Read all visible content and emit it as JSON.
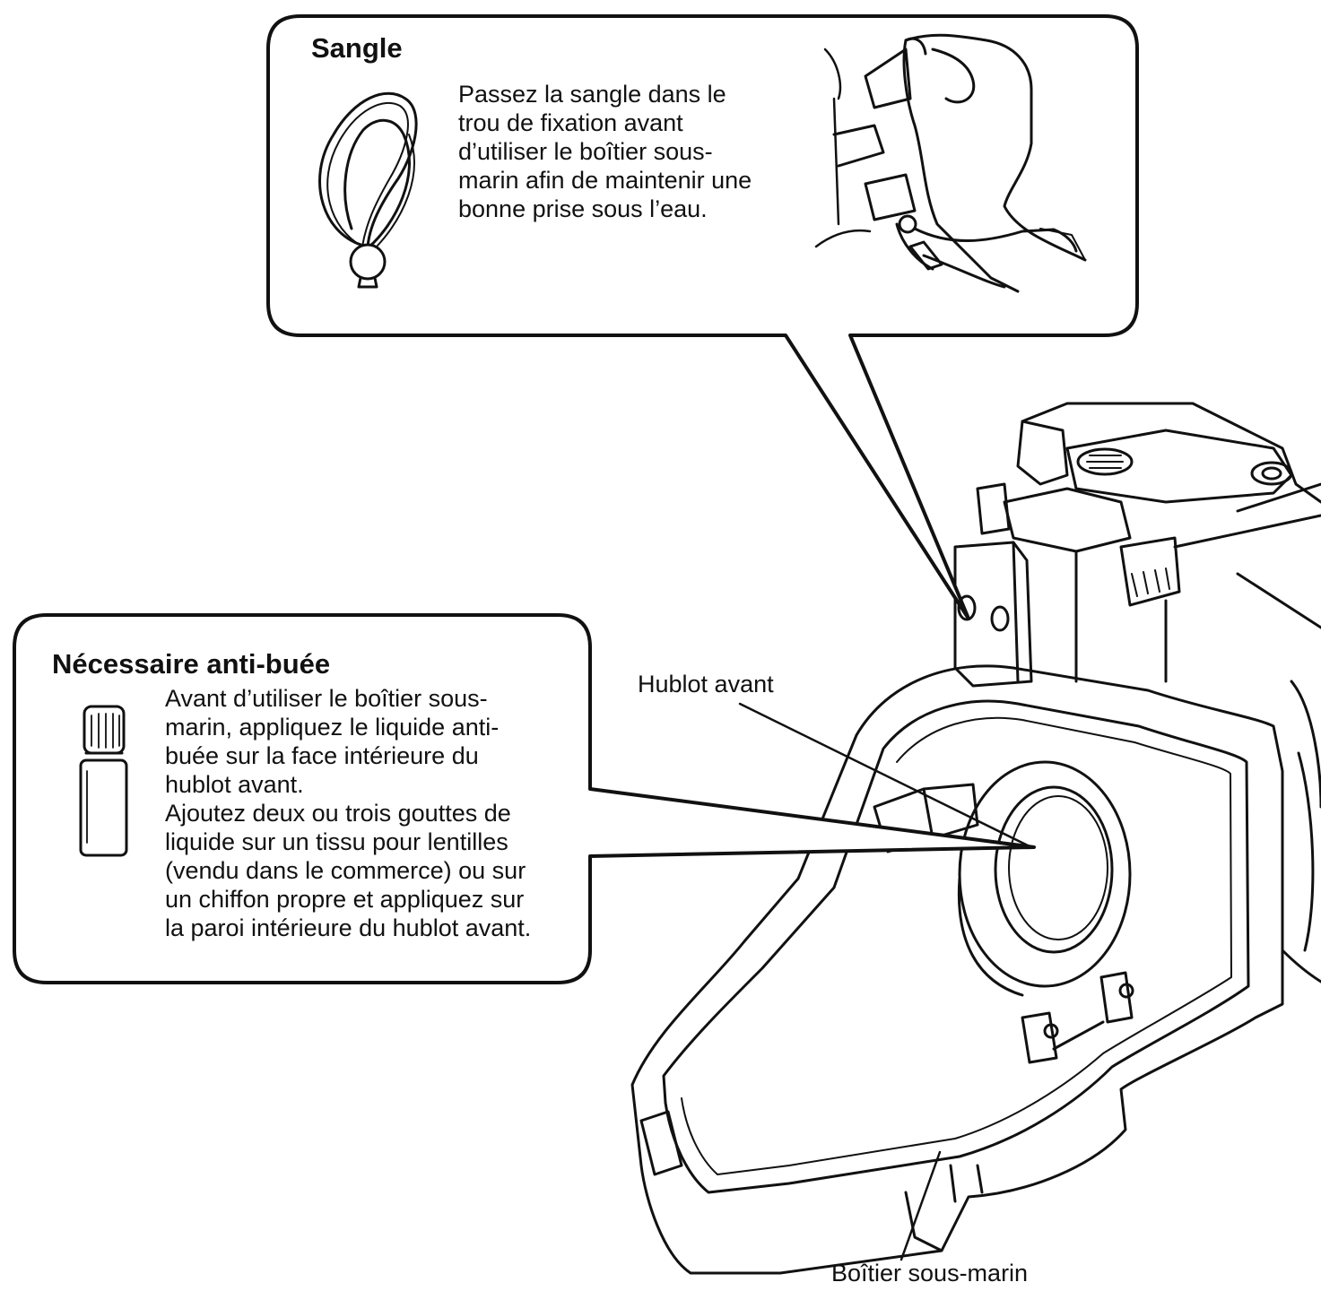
{
  "sangle": {
    "title": "Sangle",
    "text_lines": [
      "Passez la sangle dans le",
      "trou de fixation avant",
      "d’utiliser le boîtier sous-",
      "marin afin de maintenir une",
      "bonne prise sous l’eau."
    ]
  },
  "antibuee": {
    "title": "Nécessaire anti-buée",
    "text_lines": [
      "Avant d’utiliser le boîtier sous-",
      "marin, appliquez le liquide anti-",
      "buée sur la face intérieure du",
      "hublot avant.",
      "Ajoutez deux ou trois gouttes de",
      "liquide sur un tissu pour lentilles",
      "(vendu dans le commerce) ou sur",
      "un chiffon propre et appliquez sur",
      "la paroi intérieure du hublot avant."
    ]
  },
  "labels": {
    "hublot_avant": "Hublot avant",
    "boitier_sous_marin": "Boîtier sous-marin"
  },
  "icons": [
    "strap-loop-icon",
    "hand-holding-strap-icon",
    "anti-fog-bottle-icon",
    "underwater-housing-illustration"
  ]
}
